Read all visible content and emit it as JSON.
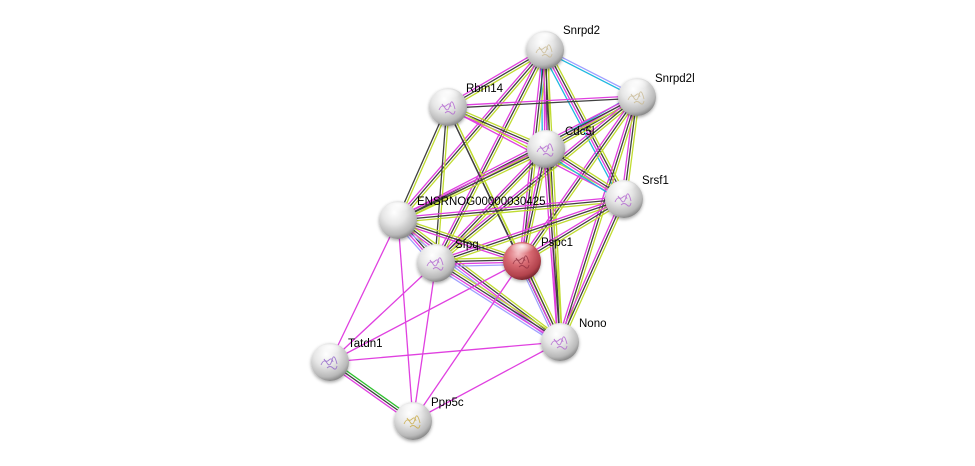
{
  "diagram": {
    "type": "protein-interaction-network",
    "query_protein": "Pspc1",
    "nodes": [
      {
        "id": "Snrpd2",
        "label": "Snrpd2",
        "color": "#d8d8d8",
        "structure_color": "#c8b890",
        "query": false
      },
      {
        "id": "Snrpd2l",
        "label": "Snrpd2l",
        "color": "#d8d8d8",
        "structure_color": "#c8b890",
        "query": false
      },
      {
        "id": "Rbm14",
        "label": "Rbm14",
        "color": "#d8d8d8",
        "structure_color": "#b060d0",
        "query": false
      },
      {
        "id": "Cdc5l",
        "label": "Cdc5l",
        "color": "#d8d8d8",
        "structure_color": "#b060d0",
        "query": false
      },
      {
        "id": "Srsf1",
        "label": "Srsf1",
        "color": "#d8d8d8",
        "structure_color": "#b060d0",
        "query": false
      },
      {
        "id": "ENSRNOG00000030425",
        "label": "ENSRNOG00000030425",
        "color": "#d8d8d8",
        "structure_color": null,
        "query": false
      },
      {
        "id": "Sfpq",
        "label": "Sfpq",
        "color": "#d8d8d8",
        "structure_color": "#b060d0",
        "query": false
      },
      {
        "id": "Pspc1",
        "label": "Pspc1",
        "color": "#d05c64",
        "structure_color": "#903040",
        "query": true
      },
      {
        "id": "Nono",
        "label": "Nono",
        "color": "#d8d8d8",
        "structure_color": "#b060d0",
        "query": false
      },
      {
        "id": "Tatdn1",
        "label": "Tatdn1",
        "color": "#d8d8d8",
        "structure_color": "#9060c8",
        "query": false
      },
      {
        "id": "Ppp5c",
        "label": "Ppp5c",
        "color": "#d8d8d8",
        "structure_color": "#c8a840",
        "query": false
      }
    ],
    "evidence_colors": {
      "textmining": "#c0dc30",
      "coexpression": "#404040",
      "experiments": "#e040e0",
      "databases": "#20b8e0",
      "homology": "#a0a0ff",
      "neighborhood": "#30c030"
    },
    "edges": [
      {
        "source": "Snrpd2",
        "target": "Snrpd2l",
        "evidence": [
          "homology",
          "databases"
        ]
      },
      {
        "source": "Snrpd2",
        "target": "Rbm14",
        "evidence": [
          "textmining",
          "coexpression",
          "experiments"
        ]
      },
      {
        "source": "Snrpd2",
        "target": "Cdc5l",
        "evidence": [
          "textmining",
          "coexpression",
          "experiments",
          "databases"
        ]
      },
      {
        "source": "Snrpd2",
        "target": "Srsf1",
        "evidence": [
          "textmining",
          "coexpression",
          "experiments",
          "databases"
        ]
      },
      {
        "source": "Snrpd2",
        "target": "ENSRNOG00000030425",
        "evidence": [
          "textmining",
          "coexpression",
          "experiments"
        ]
      },
      {
        "source": "Snrpd2",
        "target": "Sfpq",
        "evidence": [
          "textmining",
          "coexpression",
          "experiments"
        ]
      },
      {
        "source": "Snrpd2",
        "target": "Pspc1",
        "evidence": [
          "textmining",
          "coexpression",
          "experiments"
        ]
      },
      {
        "source": "Snrpd2",
        "target": "Nono",
        "evidence": [
          "textmining",
          "coexpression",
          "experiments"
        ]
      },
      {
        "source": "Snrpd2l",
        "target": "Rbm14",
        "evidence": [
          "coexpression",
          "experiments"
        ]
      },
      {
        "source": "Snrpd2l",
        "target": "Cdc5l",
        "evidence": [
          "textmining",
          "coexpression",
          "experiments",
          "databases"
        ]
      },
      {
        "source": "Snrpd2l",
        "target": "Srsf1",
        "evidence": [
          "textmining",
          "coexpression",
          "experiments"
        ]
      },
      {
        "source": "Snrpd2l",
        "target": "ENSRNOG00000030425",
        "evidence": [
          "textmining",
          "coexpression",
          "experiments"
        ]
      },
      {
        "source": "Snrpd2l",
        "target": "Sfpq",
        "evidence": [
          "textmining",
          "coexpression",
          "experiments"
        ]
      },
      {
        "source": "Snrpd2l",
        "target": "Pspc1",
        "evidence": [
          "textmining",
          "coexpression",
          "experiments"
        ]
      },
      {
        "source": "Snrpd2l",
        "target": "Nono",
        "evidence": [
          "textmining",
          "coexpression",
          "experiments"
        ]
      },
      {
        "source": "Rbm14",
        "target": "Cdc5l",
        "evidence": [
          "textmining",
          "coexpression",
          "experiments"
        ]
      },
      {
        "source": "Rbm14",
        "target": "Srsf1",
        "evidence": [
          "textmining",
          "experiments"
        ]
      },
      {
        "source": "Rbm14",
        "target": "ENSRNOG00000030425",
        "evidence": [
          "textmining",
          "coexpression"
        ]
      },
      {
        "source": "Rbm14",
        "target": "Sfpq",
        "evidence": [
          "textmining",
          "coexpression"
        ]
      },
      {
        "source": "Rbm14",
        "target": "Pspc1",
        "evidence": [
          "textmining",
          "coexpression"
        ]
      },
      {
        "source": "Rbm14",
        "target": "Nono",
        "evidence": [
          "textmining",
          "coexpression"
        ]
      },
      {
        "source": "Cdc5l",
        "target": "Srsf1",
        "evidence": [
          "textmining",
          "coexpression",
          "experiments",
          "databases"
        ]
      },
      {
        "source": "Cdc5l",
        "target": "ENSRNOG00000030425",
        "evidence": [
          "textmining",
          "coexpression",
          "experiments"
        ]
      },
      {
        "source": "Cdc5l",
        "target": "Sfpq",
        "evidence": [
          "textmining",
          "coexpression",
          "experiments"
        ]
      },
      {
        "source": "Cdc5l",
        "target": "Pspc1",
        "evidence": [
          "textmining",
          "coexpression",
          "experiments"
        ]
      },
      {
        "source": "Cdc5l",
        "target": "Nono",
        "evidence": [
          "textmining",
          "coexpression",
          "experiments"
        ]
      },
      {
        "source": "Srsf1",
        "target": "ENSRNOG00000030425",
        "evidence": [
          "textmining",
          "coexpression",
          "experiments"
        ]
      },
      {
        "source": "Srsf1",
        "target": "Sfpq",
        "evidence": [
          "textmining",
          "coexpression",
          "experiments"
        ]
      },
      {
        "source": "Srsf1",
        "target": "Pspc1",
        "evidence": [
          "textmining",
          "coexpression",
          "experiments"
        ]
      },
      {
        "source": "Srsf1",
        "target": "Nono",
        "evidence": [
          "textmining",
          "coexpression",
          "experiments"
        ]
      },
      {
        "source": "ENSRNOG00000030425",
        "target": "Sfpq",
        "evidence": [
          "textmining",
          "coexpression",
          "experiments",
          "homology"
        ]
      },
      {
        "source": "ENSRNOG00000030425",
        "target": "Pspc1",
        "evidence": [
          "textmining",
          "coexpression",
          "experiments"
        ]
      },
      {
        "source": "ENSRNOG00000030425",
        "target": "Nono",
        "evidence": [
          "textmining",
          "coexpression",
          "experiments",
          "homology"
        ]
      },
      {
        "source": "ENSRNOG00000030425",
        "target": "Tatdn1",
        "evidence": [
          "experiments"
        ]
      },
      {
        "source": "ENSRNOG00000030425",
        "target": "Ppp5c",
        "evidence": [
          "experiments"
        ]
      },
      {
        "source": "Sfpq",
        "target": "Pspc1",
        "evidence": [
          "textmining",
          "coexpression",
          "experiments",
          "homology"
        ]
      },
      {
        "source": "Sfpq",
        "target": "Nono",
        "evidence": [
          "textmining",
          "coexpression",
          "experiments",
          "homology"
        ]
      },
      {
        "source": "Sfpq",
        "target": "Tatdn1",
        "evidence": [
          "experiments"
        ]
      },
      {
        "source": "Sfpq",
        "target": "Ppp5c",
        "evidence": [
          "experiments"
        ]
      },
      {
        "source": "Pspc1",
        "target": "Nono",
        "evidence": [
          "textmining",
          "coexpression",
          "experiments",
          "homology"
        ]
      },
      {
        "source": "Pspc1",
        "target": "Tatdn1",
        "evidence": [
          "experiments"
        ]
      },
      {
        "source": "Pspc1",
        "target": "Ppp5c",
        "evidence": [
          "experiments"
        ]
      },
      {
        "source": "Nono",
        "target": "Tatdn1",
        "evidence": [
          "experiments"
        ]
      },
      {
        "source": "Nono",
        "target": "Ppp5c",
        "evidence": [
          "experiments"
        ]
      },
      {
        "source": "Tatdn1",
        "target": "Ppp5c",
        "evidence": [
          "neighborhood",
          "coexpression",
          "experiments"
        ]
      }
    ]
  }
}
